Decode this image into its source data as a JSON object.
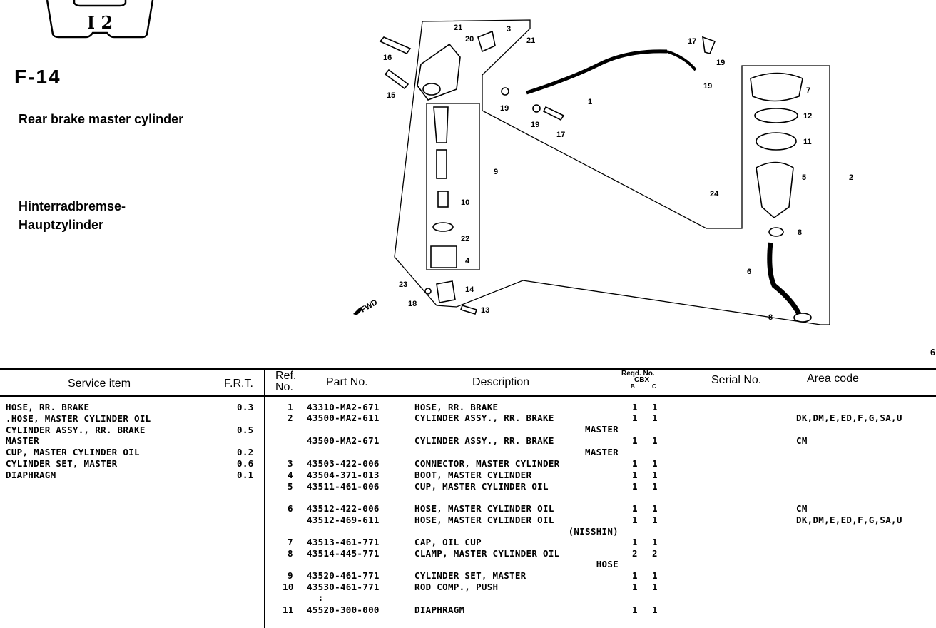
{
  "header": {
    "badge_text": "I 2",
    "section_code": "F-14",
    "title_en": "Rear brake master cylinder",
    "title_de_line1": "Hinterradbremse-",
    "title_de_line2": "Hauptzylinder",
    "page_mark": "6"
  },
  "diagram": {
    "fwd_label": "FWD",
    "callouts": [
      "21",
      "3",
      "20",
      "21",
      "16",
      "15",
      "17",
      "19",
      "19",
      "7",
      "12",
      "11",
      "1",
      "19",
      "19",
      "17",
      "9",
      "2",
      "5",
      "24",
      "10",
      "22",
      "8",
      "4",
      "6",
      "23",
      "14",
      "18",
      "13",
      "8"
    ]
  },
  "service_table": {
    "headers": {
      "item": "Service item",
      "frt": "F.R.T."
    },
    "rows": [
      {
        "item": "HOSE, RR. BRAKE",
        "frt": "0.3"
      },
      {
        "item": ".HOSE, MASTER CYLINDER OIL",
        "frt": ""
      },
      {
        "item": "CYLINDER ASSY., RR. BRAKE",
        "frt": "0.5"
      },
      {
        "item": "MASTER",
        "frt": ""
      },
      {
        "item": "CUP, MASTER CYLINDER OIL",
        "frt": "0.2"
      },
      {
        "item": "CYLINDER SET, MASTER",
        "frt": "0.6"
      },
      {
        "item": "DIAPHRAGM",
        "frt": "0.1"
      }
    ]
  },
  "parts_table": {
    "headers": {
      "ref_line1": "Ref.",
      "ref_line2": "No.",
      "part_no": "Part No.",
      "description": "Description",
      "reqd": "Reqd. No.",
      "model": "CBX",
      "col_b": "B",
      "col_c": "C",
      "serial": "Serial No.",
      "area": "Area code"
    },
    "rows": [
      {
        "ref": "1",
        "part": "43310-MA2-671",
        "desc": "HOSE, RR. BRAKE",
        "b": "1",
        "c": "1",
        "area": ""
      },
      {
        "ref": "2",
        "part": "43500-MA2-611",
        "desc": "CYLINDER ASSY., RR. BRAKE",
        "b": "1",
        "c": "1",
        "area": "DK,DM,E,ED,F,G,SA,U"
      },
      {
        "ref": "",
        "part": "",
        "desc": "MASTER",
        "b": "",
        "c": "",
        "area": ""
      },
      {
        "ref": "",
        "part": "43500-MA2-671",
        "desc": "CYLINDER ASSY., RR. BRAKE",
        "b": "1",
        "c": "1",
        "area": "CM"
      },
      {
        "ref": "",
        "part": "",
        "desc": "MASTER",
        "b": "",
        "c": "",
        "area": ""
      },
      {
        "ref": "3",
        "part": "43503-422-006",
        "desc": "CONNECTOR, MASTER CYLINDER",
        "b": "1",
        "c": "1",
        "area": ""
      },
      {
        "ref": "4",
        "part": "43504-371-013",
        "desc": "BOOT, MASTER CYLINDER",
        "b": "1",
        "c": "1",
        "area": ""
      },
      {
        "ref": "5",
        "part": "43511-461-006",
        "desc": "CUP, MASTER CYLINDER OIL",
        "b": "1",
        "c": "1",
        "area": ""
      },
      {
        "ref": "6",
        "part": "43512-422-006",
        "desc": "HOSE, MASTER CYLINDER OIL",
        "b": "1",
        "c": "1",
        "area": "CM"
      },
      {
        "ref": "",
        "part": "43512-469-611",
        "desc": "HOSE, MASTER CYLINDER OIL",
        "b": "1",
        "c": "1",
        "area": "DK,DM,E,ED,F,G,SA,U"
      },
      {
        "ref": "",
        "part": "",
        "desc": "(NISSHIN)",
        "b": "",
        "c": "",
        "area": ""
      },
      {
        "ref": "7",
        "part": "43513-461-771",
        "desc": "CAP, OIL CUP",
        "b": "1",
        "c": "1",
        "area": ""
      },
      {
        "ref": "8",
        "part": "43514-445-771",
        "desc": "CLAMP, MASTER CYLINDER OIL",
        "b": "2",
        "c": "2",
        "area": ""
      },
      {
        "ref": "",
        "part": "",
        "desc": "HOSE",
        "b": "",
        "c": "",
        "area": ""
      },
      {
        "ref": "9",
        "part": "43520-461-771",
        "desc": "CYLINDER SET, MASTER",
        "b": "1",
        "c": "1",
        "area": ""
      },
      {
        "ref": "10",
        "part": "43530-461-771",
        "desc": "ROD COMP., PUSH",
        "b": "1",
        "c": "1",
        "area": ""
      },
      {
        "ref": "",
        "part": "  :",
        "desc": "",
        "b": "",
        "c": "",
        "area": ""
      },
      {
        "ref": "11",
        "part": "45520-300-000",
        "desc": "DIAPHRAGM",
        "b": "1",
        "c": "1",
        "area": ""
      }
    ]
  }
}
